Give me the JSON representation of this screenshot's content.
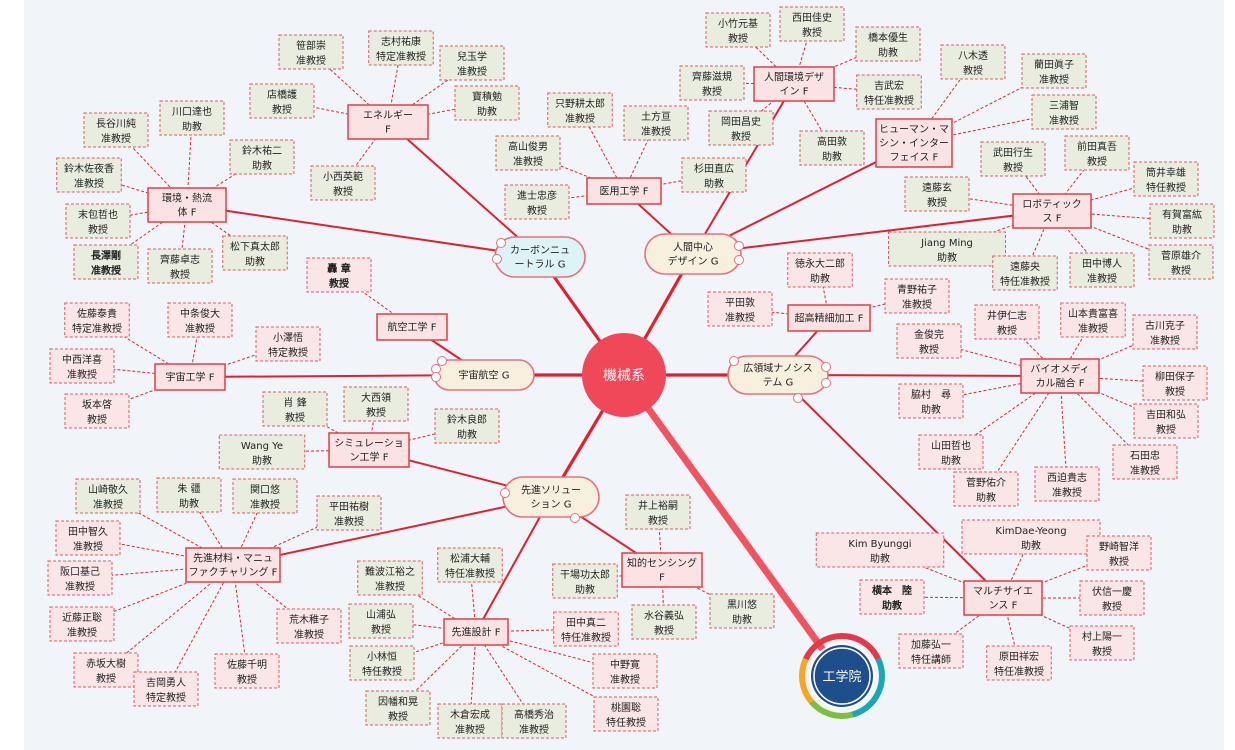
{
  "colors": {
    "main_line": "#e0202e",
    "dash_line": "#e02828",
    "hub_fill": "#f04858",
    "hub_text": "#ffffff",
    "group_fill": "#f7f0df",
    "group_stroke": "#e8707a",
    "field_fill": "#fbe3e4",
    "field_stroke": "#e04a52",
    "member_green_fill": "#e9ede0",
    "member_pink_fill": "#fbe6e7",
    "member_stroke": "#e05a5f",
    "cyan_group_fill": "#def3f6",
    "logo_ring": [
      "#e23a4a",
      "#1aa6b4",
      "#7fbf3f",
      "#f5a623"
    ],
    "logo_inner": "#1f4e8c"
  },
  "hub": {
    "label": "機械系"
  },
  "logo": {
    "label": "工学院"
  },
  "groups": {
    "carbon": {
      "label": [
        "カーボンニュ",
        "ートラル G"
      ]
    },
    "human": {
      "label": [
        "人間中心",
        "デザイン G"
      ]
    },
    "nano": {
      "label": [
        "広領域ナノシス",
        "テム G"
      ]
    },
    "aero": {
      "label": [
        "宇宙航空 G"
      ]
    },
    "solution": {
      "label": [
        "先進ソリュー",
        "ション G"
      ]
    }
  },
  "fields": {
    "energy": {
      "label": [
        "エネルギー",
        "F"
      ]
    },
    "thermal": {
      "label": [
        "環境・熱流",
        "体 F"
      ]
    },
    "medical": {
      "label": [
        "医用工学 F"
      ]
    },
    "hed": {
      "label": [
        "人間環境デザ",
        "イン F"
      ]
    },
    "hmi": {
      "label": [
        "ヒューマン・マ",
        "シン・インター",
        "フェイス F"
      ]
    },
    "robotics": {
      "label": [
        "ロボティック",
        "ス F"
      ]
    },
    "ultra": {
      "label": [
        "超高精細加工 F"
      ]
    },
    "bio": {
      "label": [
        "バイオメディ",
        "カル融合 F"
      ]
    },
    "aviation": {
      "label": [
        "航空工学 F"
      ]
    },
    "space": {
      "label": [
        "宇宙工学 F"
      ]
    },
    "simulation": {
      "label": [
        "シミュレーショ",
        "ン工学 F"
      ]
    },
    "materials": {
      "label": [
        "先進材料・マニュ",
        "ファクチャリング F"
      ]
    },
    "design": {
      "label": [
        "先進設計 F"
      ]
    },
    "sensing": {
      "label": [
        "知的センシング",
        "F"
      ]
    },
    "multi": {
      "label": [
        "マルチサイエ",
        "ンス F"
      ]
    }
  },
  "members": {
    "energy": [
      {
        "name": "笹部崇",
        "title": "准教授"
      },
      {
        "name": "志村祐康",
        "title": "特定准教授"
      },
      {
        "name": "兒玉学",
        "title": "准教授"
      },
      {
        "name": "店橋護",
        "title": "教授"
      },
      {
        "name": "寶積勉",
        "title": "助教"
      },
      {
        "name": "小西英範",
        "title": "教授"
      }
    ],
    "thermal": [
      {
        "name": "川口達也",
        "title": "助教"
      },
      {
        "name": "長谷川純",
        "title": "准教授"
      },
      {
        "name": "鈴木祐二",
        "title": "助教"
      },
      {
        "name": "鈴木佐夜香",
        "title": "准教授"
      },
      {
        "name": "末包哲也",
        "title": "教授"
      },
      {
        "name": "長澤剛",
        "title": "准教授"
      },
      {
        "name": "齊藤卓志",
        "title": "教授"
      },
      {
        "name": "松下真太郎",
        "title": "助教"
      }
    ],
    "medical": [
      {
        "name": "只野耕太郎",
        "title": "准教授"
      },
      {
        "name": "土方亘",
        "title": "准教授"
      },
      {
        "name": "高山俊男",
        "title": "准教授"
      },
      {
        "name": "杉田直広",
        "title": "助教"
      },
      {
        "name": "進士忠彦",
        "title": "教授"
      }
    ],
    "hed": [
      {
        "name": "小竹元基",
        "title": "教授"
      },
      {
        "name": "西田佳史",
        "title": "教授"
      },
      {
        "name": "橋本優生",
        "title": "助教"
      },
      {
        "name": "齊藤滋規",
        "title": "教授"
      },
      {
        "name": "吉武宏",
        "title": "特任准教授"
      },
      {
        "name": "岡田昌史",
        "title": "教授"
      },
      {
        "name": "高田敦",
        "title": "助教"
      }
    ],
    "hmi": [
      {
        "name": "八木透",
        "title": "教授"
      },
      {
        "name": "藺田眞子",
        "title": "准教授"
      },
      {
        "name": "三浦智",
        "title": "准教授"
      }
    ],
    "robotics": [
      {
        "name": "武田行生",
        "title": "教授"
      },
      {
        "name": "前田真吾",
        "title": "教授"
      },
      {
        "name": "筒井幸雄",
        "title": "特任教授"
      },
      {
        "name": "遠藤玄",
        "title": "教授"
      },
      {
        "name": "有賀富紘",
        "title": "助教"
      },
      {
        "name": "Jiang Ming",
        "title": "助教"
      },
      {
        "name": "遠藤央",
        "title": "特任准教授"
      },
      {
        "name": "田中博人",
        "title": "准教授"
      },
      {
        "name": "菅原雄介",
        "title": "教授"
      }
    ],
    "ultra": [
      {
        "name": "徳永大二郎",
        "title": "助教"
      },
      {
        "name": "平田敦",
        "title": "准教授"
      },
      {
        "name": "青野祐子",
        "title": "准教授"
      }
    ],
    "bio": [
      {
        "name": "井伊仁志",
        "title": "教授"
      },
      {
        "name": "山本貴富喜",
        "title": "准教授"
      },
      {
        "name": "古川克子",
        "title": "准教授"
      },
      {
        "name": "金俊完",
        "title": "教授"
      },
      {
        "name": "柳田保子",
        "title": "教授"
      },
      {
        "name": "脇村　尋",
        "title": "助教"
      },
      {
        "name": "吉田和弘",
        "title": "教授"
      },
      {
        "name": "山田哲也",
        "title": "助教"
      },
      {
        "name": "石田忠",
        "title": "准教授"
      },
      {
        "name": "菅野佑介",
        "title": "助教"
      },
      {
        "name": "西迫貴志",
        "title": "准教授"
      }
    ],
    "aviation": [
      {
        "name": "轟 章",
        "title": "教授"
      }
    ],
    "space": [
      {
        "name": "佐藤泰貴",
        "title": "特定准教授"
      },
      {
        "name": "中条俊大",
        "title": "准教授"
      },
      {
        "name": "小澤悟",
        "title": "特定教授"
      },
      {
        "name": "中西洋喜",
        "title": "准教授"
      },
      {
        "name": "坂本啓",
        "title": "教授"
      }
    ],
    "simulation": [
      {
        "name": "肖 鋒",
        "title": "教授"
      },
      {
        "name": "大西領",
        "title": "教授"
      },
      {
        "name": "鈴木良郎",
        "title": "助教"
      },
      {
        "name": "Wang Ye",
        "title": "助教"
      }
    ],
    "materials": [
      {
        "name": "山崎敬久",
        "title": "准教授"
      },
      {
        "name": "朱 疆",
        "title": "助教"
      },
      {
        "name": "関口悠",
        "title": "准教授"
      },
      {
        "name": "平田祐樹",
        "title": "准教授"
      },
      {
        "name": "田中智久",
        "title": "准教授"
      },
      {
        "name": "阪口基己",
        "title": "准教授"
      },
      {
        "name": "近藤正聡",
        "title": "准教授"
      },
      {
        "name": "荒木稚子",
        "title": "准教授"
      },
      {
        "name": "赤坂大樹",
        "title": "教授"
      },
      {
        "name": "佐藤千明",
        "title": "教授"
      },
      {
        "name": "吉岡勇人",
        "title": "特定教授"
      }
    ],
    "design": [
      {
        "name": "難波江裕之",
        "title": "准教授"
      },
      {
        "name": "松浦大輔",
        "title": "特任准教授"
      },
      {
        "name": "山浦弘",
        "title": "教授"
      },
      {
        "name": "田中真二",
        "title": "特任准教授"
      },
      {
        "name": "小林恒",
        "title": "特任教授"
      },
      {
        "name": "中野寛",
        "title": "准教授"
      },
      {
        "name": "因幡和晃",
        "title": "教授"
      },
      {
        "name": "木倉宏成",
        "title": "准教授"
      },
      {
        "name": "髙橋秀治",
        "title": "准教授"
      },
      {
        "name": "桃園聡",
        "title": "特任教授"
      }
    ],
    "sensing": [
      {
        "name": "井上裕嗣",
        "title": "教授"
      },
      {
        "name": "干場功太郎",
        "title": "助教"
      },
      {
        "name": "水谷義弘",
        "title": "教授"
      },
      {
        "name": "黒川悠",
        "title": "助教"
      }
    ],
    "multi": [
      {
        "name": "KimDae-Yeong",
        "title": "助教"
      },
      {
        "name": "Kim Byunggi",
        "title": "助教"
      },
      {
        "name": "野崎智洋",
        "title": "教授"
      },
      {
        "name": "横本　陸",
        "title": "助教"
      },
      {
        "name": "伏信一慶",
        "title": "教授"
      },
      {
        "name": "村上陽一",
        "title": "教授"
      },
      {
        "name": "加藤弘一",
        "title": "特任講師"
      },
      {
        "name": "原田祥宏",
        "title": "特任准教授"
      }
    ]
  }
}
